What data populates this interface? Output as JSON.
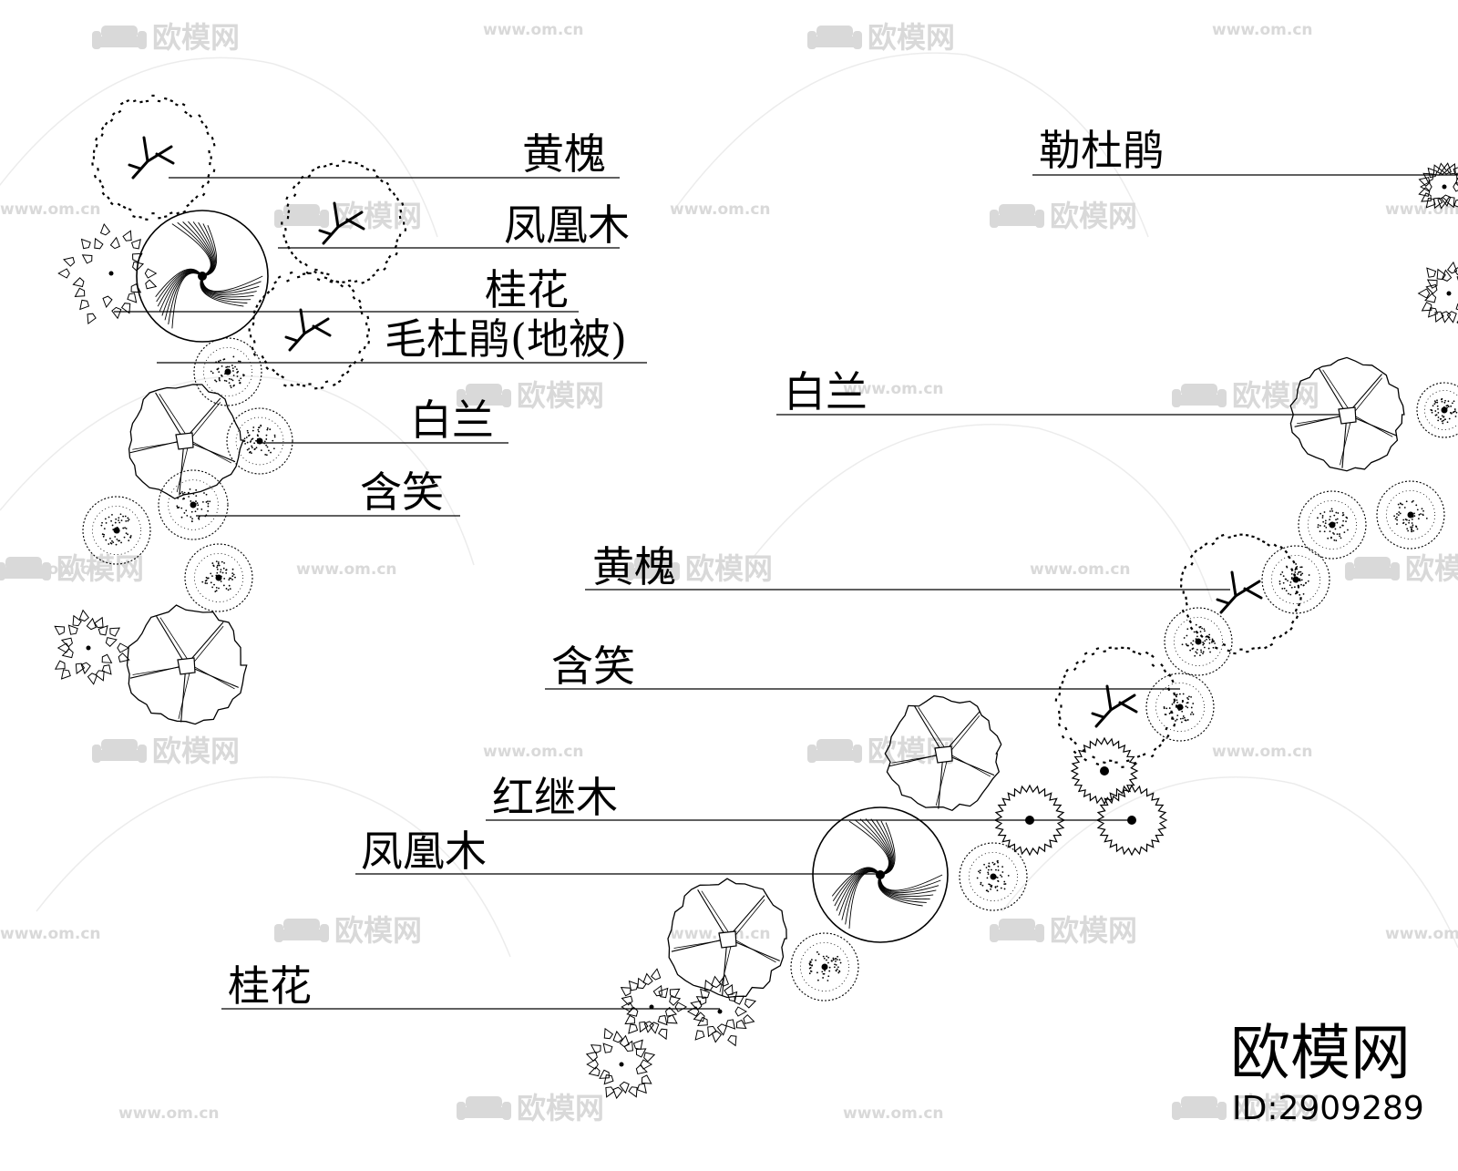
{
  "watermark": {
    "logo_text": "欧模网",
    "url_text": "www.om.cn",
    "tile_icon": "sofa-icon",
    "color": "#d9d9d9"
  },
  "brand": {
    "logo": "欧模网",
    "id_text": "ID:2909289"
  },
  "labels": {
    "left": [
      "黄槐",
      "凤凰木",
      "桂花",
      "毛杜鹃(地被)",
      "白兰",
      "含笑"
    ],
    "right": [
      "勒杜鹃",
      "白兰",
      "黄槐",
      "含笑",
      "红继木",
      "凤凰木",
      "桂花"
    ]
  },
  "colors": {
    "ink": "#000000",
    "background": "#ffffff"
  }
}
